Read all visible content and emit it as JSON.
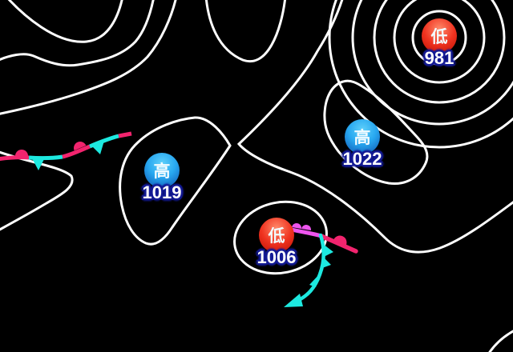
{
  "map": {
    "kind": "surface-pressure-weather-map",
    "background_color": "#000000",
    "isobar_color": "#ffffff"
  },
  "centers": [
    {
      "kind": "low",
      "symbol": "低",
      "value": "981"
    },
    {
      "kind": "high",
      "symbol": "高",
      "value": "1022"
    },
    {
      "kind": "high",
      "symbol": "高",
      "value": "1019"
    },
    {
      "kind": "low",
      "symbol": "低",
      "value": "1006"
    }
  ],
  "fronts": [
    {
      "kind": "stationary-front",
      "location": "west",
      "colors": {
        "warm_segments": "#f2246e",
        "cold_segments": "#1de9e0"
      },
      "symbols": "semicircles-up-and-triangles-down"
    },
    {
      "kind": "warm-front",
      "location": "east-of-low-1006",
      "colors": {
        "west_part": "#ee55ee",
        "east_part": "#f2246e"
      },
      "symbols": "semicircles"
    },
    {
      "kind": "cold-front",
      "location": "south-of-low-1006",
      "colors": {
        "line": "#1de9e0"
      },
      "symbols": "triangles"
    }
  ],
  "marker_colors": {
    "high_fill": "#28a8f0",
    "low_fill": "#ef3320",
    "label_text": "#ffffff",
    "label_halo": "#141b96"
  }
}
